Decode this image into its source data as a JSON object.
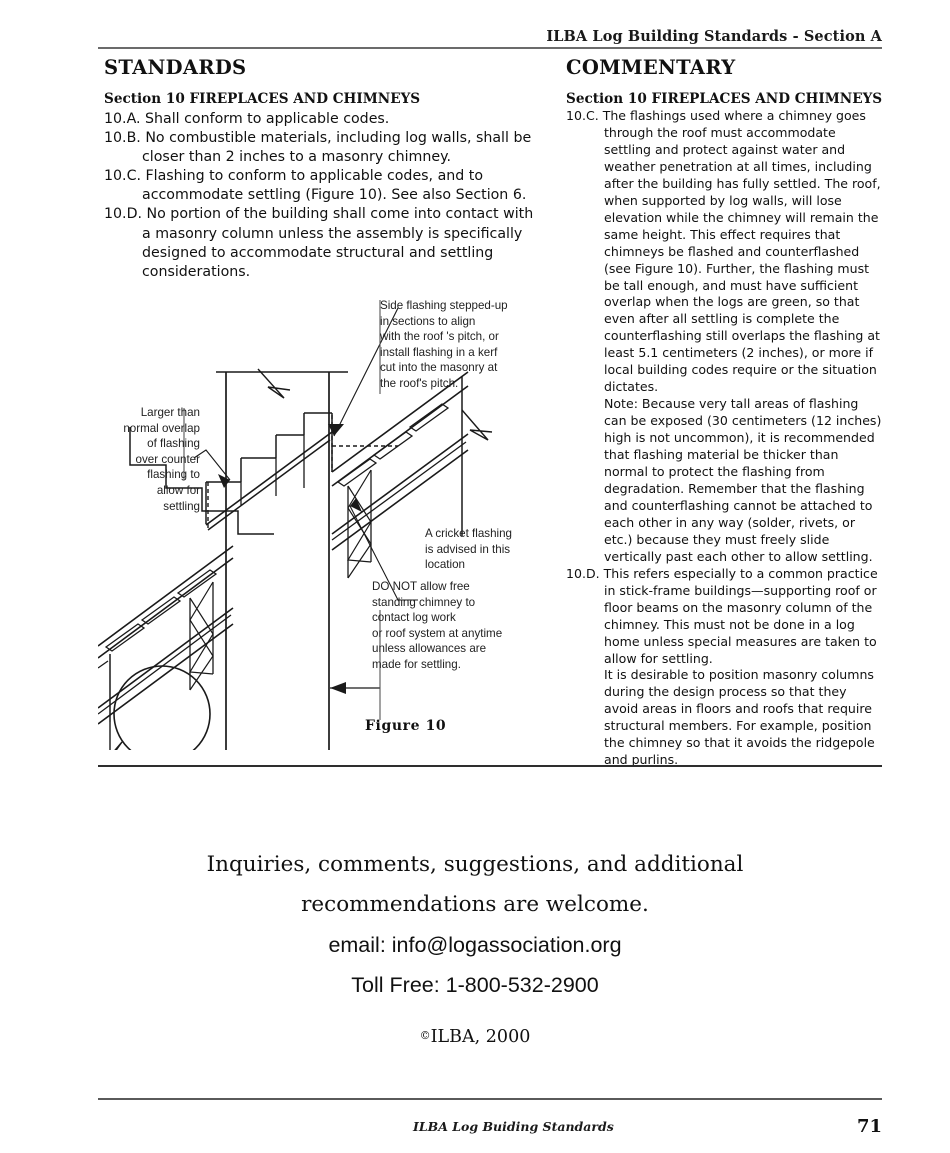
{
  "header": {
    "title": "ILBA Log Building Standards - Section A"
  },
  "columns": {
    "left": {
      "heading": "STANDARDS",
      "section_heading": "Section 10 FIREPLACES AND CHIMNEYS",
      "items": [
        "10.A. Shall conform to applicable codes.",
        "10.B. No combustible materials, including log walls, shall be closer than 2 inches to a masonry chimney.",
        "10.C. Flashing to conform to applicable codes, and to accommodate settling (Figure 10). See also Section 6.",
        "10.D. No portion of the building shall come into contact with a masonry column unless the assembly is specifically designed to accommodate structural and settling considerations."
      ]
    },
    "right": {
      "heading": "COMMENTARY",
      "section_heading": "Section 10 FIREPLACES AND CHIMNEYS",
      "items": [
        "10.C. The flashings used where a chimney goes through the roof must accommodate settling and protect against water and weather penetration at all times, including after the building has fully settled. The roof, when supported by log walls, will lose elevation while the chimney will remain the same height. This effect requires that chimneys be flashed and counterflashed (see Figure 10). Further, the flashing must be tall enough, and must have sufficient overlap when the logs are green, so that even after all settling is complete the counterflashing still overlaps the flashing at least 5.1 centimeters (2 inches), or more if local building codes require or the situation dictates.",
        "Note: Because very tall areas of flashing can be exposed (30 centimeters (12 inches) high is not uncommon), it is recommended that flashing material be thicker than normal to protect the flashing from degradation. Remember that the flashing and counterflashing cannot be attached to each other in any way (solder, rivets, or etc.) because they must freely slide vertically past each other to allow settling.",
        "10.D. This refers especially to a common practice in stick-frame buildings—supporting roof or floor beams on the masonry column of the chimney. This must not be done in a log home unless special measures are taken to allow for settling.",
        "It is desirable to position masonry columns during the design process so that they avoid areas in floors and roofs that require structural members. For example, position the chimney so that it avoids the ridgepole and purlins."
      ]
    }
  },
  "figure": {
    "caption": "Figure  10",
    "callouts": {
      "side_flashing": "Side flashing stepped-up\nin sections to align\nwith the roof 's pitch, or\ninstall flashing in a kerf\ncut into the masonry at\nthe roof's pitch.",
      "larger_overlap": "Larger than\nnormal overlap\nof flashing\nover counter\nflashing to\nallow for\nsettling",
      "cricket": "A cricket flashing\nis advised in this\nlocation",
      "do_not": "DO NOT allow free\nstanding chimney to\n contact log work\nor roof system at anytime\nunless allowances are\nmade for settling."
    }
  },
  "contact": {
    "line1": "Inquiries, comments, suggestions, and additional",
    "line2": "recommendations are welcome.",
    "email": "email: info@logassociation.org",
    "toll_free": "Toll Free: 1-800-532-2900",
    "copyright_symbol": "©",
    "copyright_text": "ILBA, 2000"
  },
  "footer": {
    "text": "ILBA Log Buiding Standards",
    "page_number": "71"
  },
  "colors": {
    "ink": "#111111",
    "rule": "#2e2e2e",
    "diagram_stroke": "#1a1a1a"
  }
}
